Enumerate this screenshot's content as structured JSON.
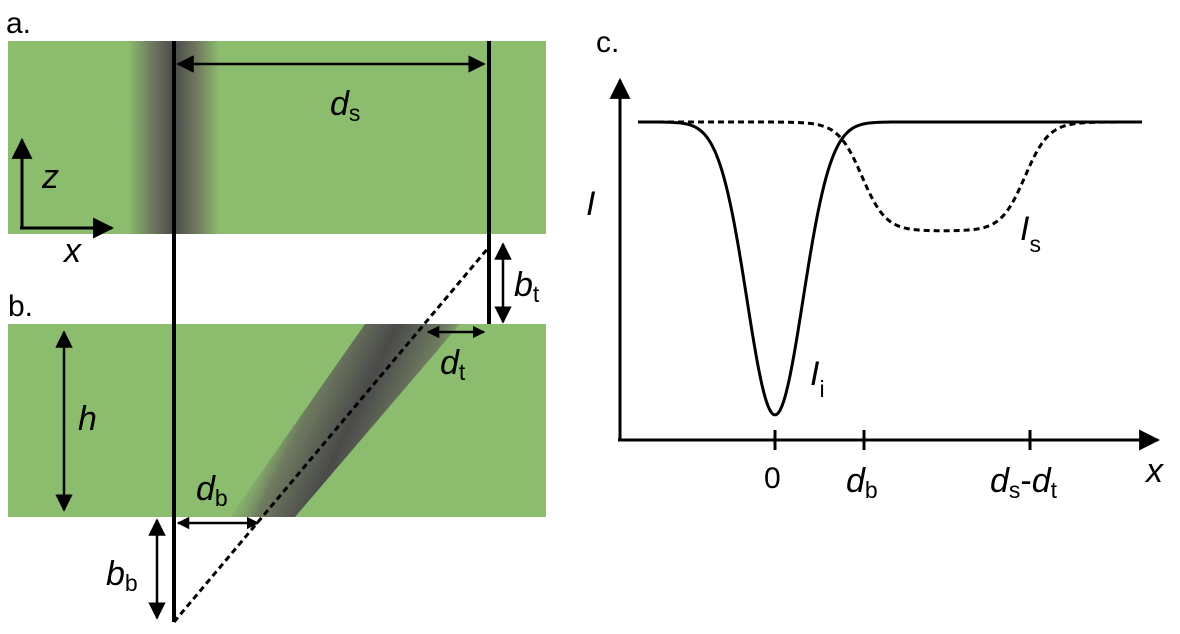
{
  "panels": {
    "a": "a.",
    "b": "b.",
    "c": "c."
  },
  "panel_a": {
    "axis_z": "z",
    "axis_x": "x",
    "ds_base": "d",
    "ds_sub": "s"
  },
  "gap": {
    "bt_base": "b",
    "bt_sub": "t"
  },
  "panel_b": {
    "h": "h",
    "dt_base": "d",
    "dt_sub": "t",
    "db_base": "d",
    "db_sub": "b",
    "bb_base": "b",
    "bb_sub": "b"
  },
  "panel_c": {
    "y_axis_label": "I",
    "x_axis_label": "x",
    "curve_i_base": "I",
    "curve_i_sub": "i",
    "curve_s_base": "I",
    "curve_s_sub": "s",
    "tick_0": "0",
    "tick_db_base": "d",
    "tick_db_sub": "b",
    "tick_ds_base": "d",
    "tick_ds_sub": "s",
    "tick_ds_dash": "-",
    "tick_dt_base": "d",
    "tick_dt_sub": "t"
  },
  "colors": {
    "specimen_green": "#8cbd6e",
    "shadow_dark": "#4a4a4a",
    "line": "#000000"
  }
}
